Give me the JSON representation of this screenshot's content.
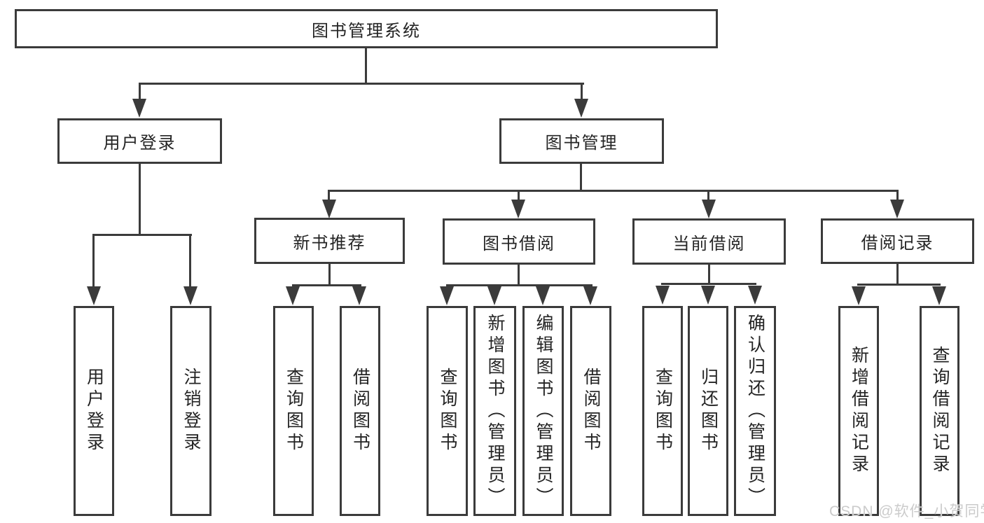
{
  "nodes": {
    "root": {
      "label": "图书管理系统"
    },
    "user_login": {
      "label": "用户登录"
    },
    "book_mgmt": {
      "label": "图书管理"
    },
    "login": {
      "label": "用户登录"
    },
    "logout": {
      "label": "注销登录"
    },
    "new_book": {
      "label": "新书推荐"
    },
    "book_borrow": {
      "label": "图书借阅"
    },
    "current_borrow": {
      "label": "当前借阅"
    },
    "borrow_record": {
      "label": "借阅记录"
    },
    "nb_query": {
      "label": "查询图书"
    },
    "nb_borrow": {
      "label": "借阅图书"
    },
    "bb_query": {
      "label": "查询图书"
    },
    "bb_add": {
      "label": "新增图书（管理员）"
    },
    "bb_edit": {
      "label": "编辑图书（管理员）"
    },
    "bb_borrow": {
      "label": "借阅图书"
    },
    "cb_query": {
      "label": "查询图书"
    },
    "cb_return": {
      "label": "归还图书"
    },
    "cb_confirm": {
      "label": "确认归还（管理员）"
    },
    "br_add": {
      "label": "新增借阅记录"
    },
    "br_query": {
      "label": "查询借阅记录"
    }
  },
  "hierarchy": {
    "root": "图书管理系统",
    "children": {
      "用户登录": [
        "用户登录",
        "注销登录"
      ],
      "图书管理": {
        "新书推荐": [
          "查询图书",
          "借阅图书"
        ],
        "图书借阅": [
          "查询图书",
          "新增图书（管理员）",
          "编辑图书（管理员）",
          "借阅图书"
        ],
        "当前借阅": [
          "查询图书",
          "归还图书",
          "确认归还（管理员）"
        ],
        "借阅记录": [
          "新增借阅记录",
          "查询借阅记录"
        ]
      }
    }
  },
  "watermark": {
    "text": "CSDN @软件_小贺同学"
  },
  "colors": {
    "line": "#3b3b3b",
    "text": "#242424",
    "background": "#ffffff",
    "watermark": "#cbcbcb"
  }
}
